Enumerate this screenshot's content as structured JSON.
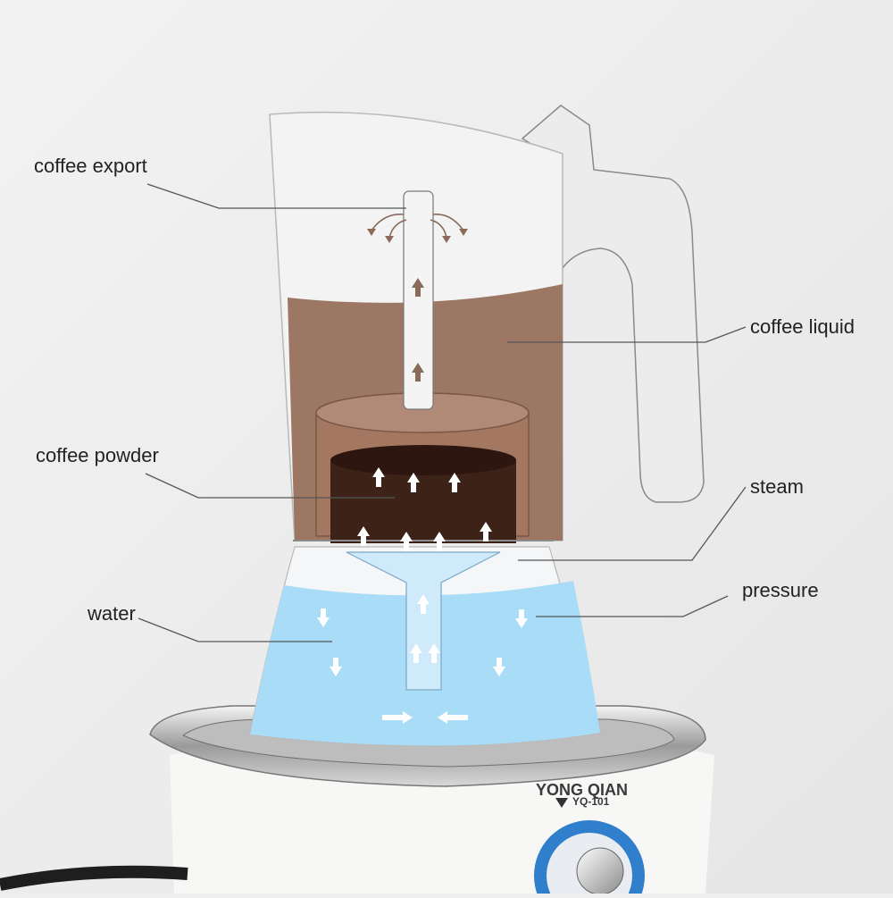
{
  "labels": {
    "coffee_export": "coffee export",
    "coffee_liquid": "coffee liquid",
    "coffee_powder": "coffee powder",
    "steam": "steam",
    "water": "water",
    "pressure": "pressure"
  },
  "base": {
    "brand": "YONG QIAN",
    "model": "YQ-101"
  },
  "colors": {
    "background": "#eeeeee",
    "coffee_liquid": "#9c7763",
    "coffee_powder": "#3d2218",
    "water": "#a9dcf7",
    "arrow_brown": "#8a6a58",
    "knob_blue": "#2f7fcc"
  }
}
